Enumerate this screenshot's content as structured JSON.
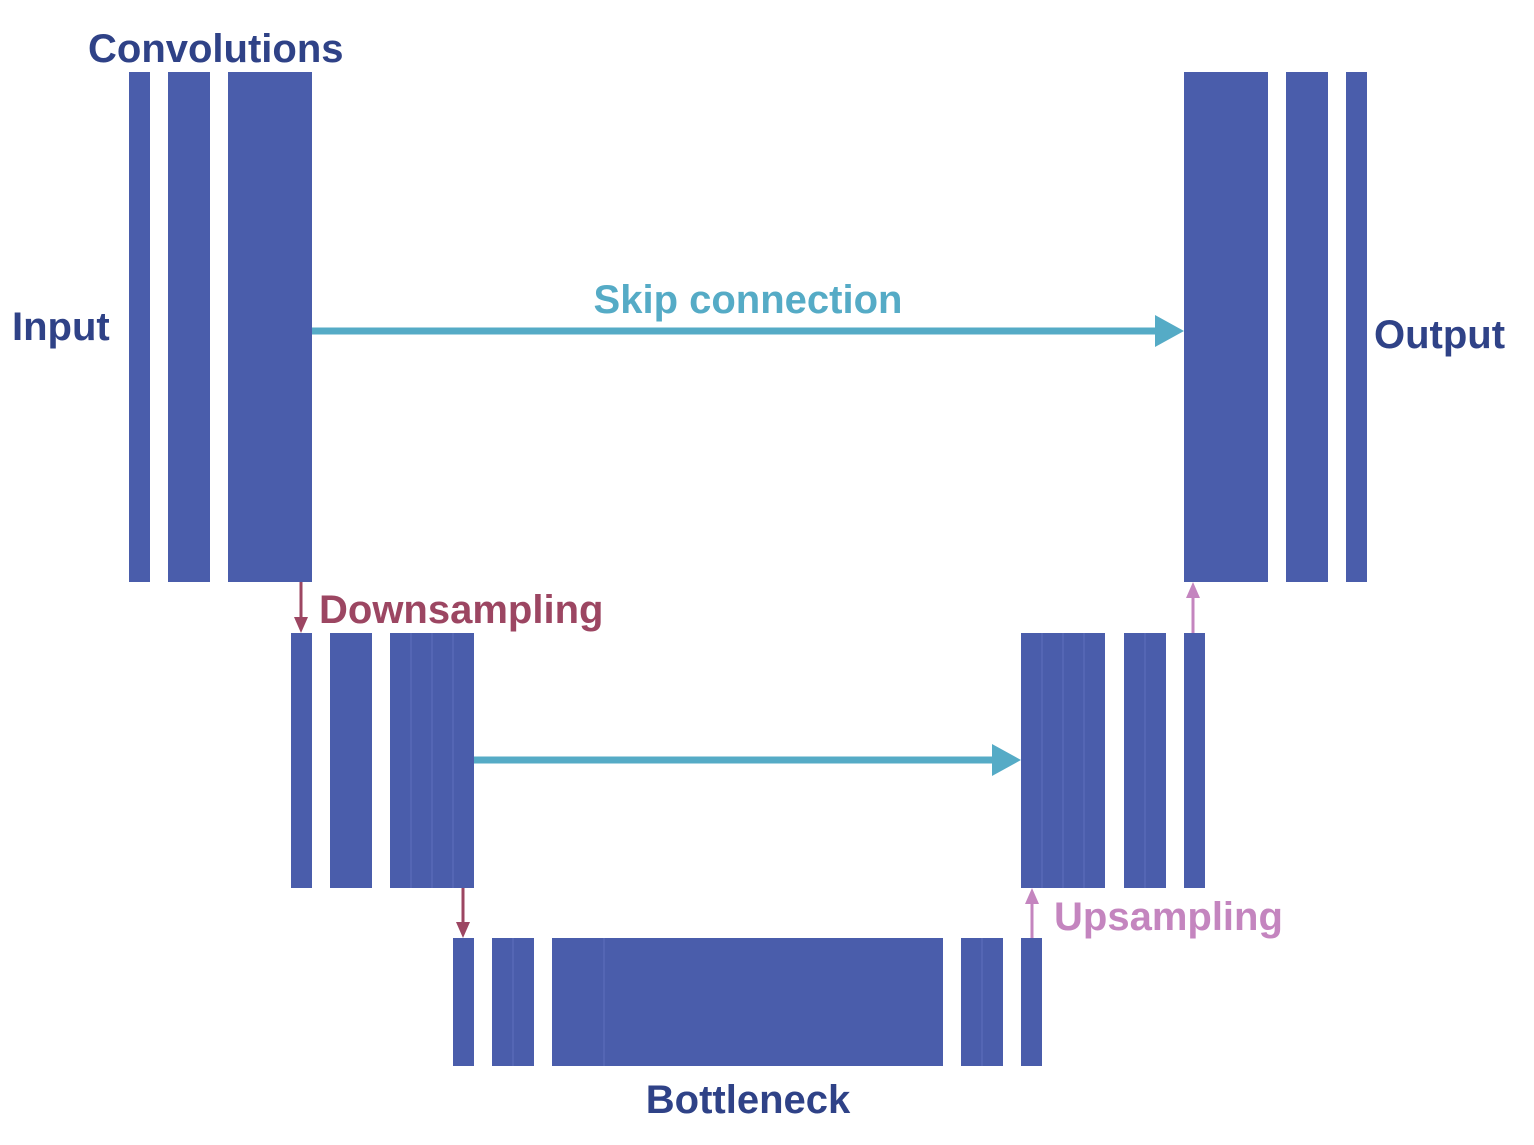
{
  "labels": {
    "convolutions": "Convolutions",
    "input": "Input",
    "output": "Output",
    "skip_connection": "Skip connection",
    "downsampling": "Downsampling",
    "upsampling": "Upsampling",
    "bottleneck": "Bottleneck"
  },
  "colors": {
    "block": "#4a5dab",
    "label_dark": "#2f4287",
    "skip": "#55abc6",
    "downsampling": "#9c4662",
    "upsampling": "#c485bf"
  }
}
